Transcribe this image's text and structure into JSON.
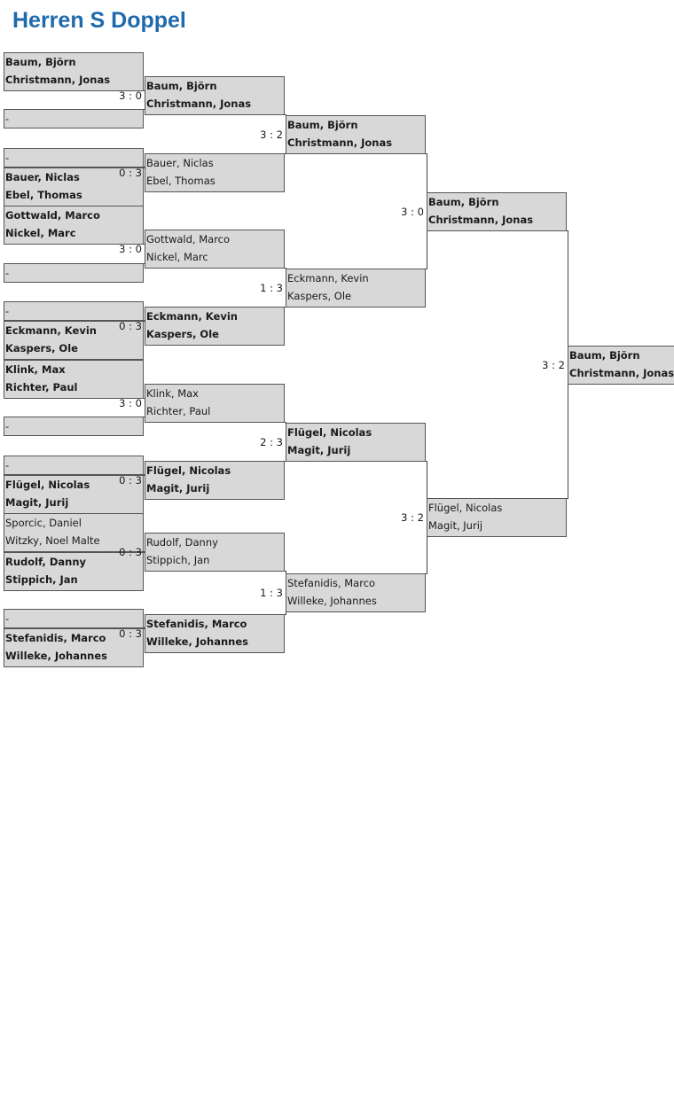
{
  "title": "Herren S Doppel",
  "bracket": {
    "r1": [
      {
        "names": [
          "Baum, Björn",
          "Christmann, Jonas"
        ],
        "bold": true
      },
      {
        "names": [
          "-"
        ],
        "bold": false
      },
      {
        "names": [
          "-"
        ],
        "bold": false
      },
      {
        "names": [
          "Bauer, Niclas",
          "Ebel, Thomas"
        ],
        "bold": true
      },
      {
        "names": [
          "Gottwald, Marco",
          "Nickel, Marc"
        ],
        "bold": true
      },
      {
        "names": [
          "-"
        ],
        "bold": false
      },
      {
        "names": [
          "-"
        ],
        "bold": false
      },
      {
        "names": [
          "Eckmann, Kevin",
          "Kaspers, Ole"
        ],
        "bold": true
      },
      {
        "names": [
          "Klink, Max",
          "Richter, Paul"
        ],
        "bold": true
      },
      {
        "names": [
          "-"
        ],
        "bold": false
      },
      {
        "names": [
          "-"
        ],
        "bold": false
      },
      {
        "names": [
          "Flügel, Nicolas",
          "Magit, Jurij"
        ],
        "bold": true
      },
      {
        "names": [
          "Sporcic, Daniel",
          "Witzky, Noel Malte"
        ],
        "bold": false
      },
      {
        "names": [
          "Rudolf, Danny",
          "Stippich, Jan"
        ],
        "bold": true
      },
      {
        "names": [
          "-"
        ],
        "bold": false
      },
      {
        "names": [
          "Stefanidis, Marco",
          "Willeke, Johannes"
        ],
        "bold": true
      }
    ],
    "r2": [
      {
        "names": [
          "Baum, Björn",
          "Christmann, Jonas"
        ],
        "bold": true,
        "score": "3 : 0"
      },
      {
        "names": [
          "Bauer, Niclas",
          "Ebel, Thomas"
        ],
        "bold": false,
        "score": "0 : 3"
      },
      {
        "names": [
          "Gottwald, Marco",
          "Nickel, Marc"
        ],
        "bold": false,
        "score": "3 : 0"
      },
      {
        "names": [
          "Eckmann, Kevin",
          "Kaspers, Ole"
        ],
        "bold": true,
        "score": "0 : 3"
      },
      {
        "names": [
          "Klink, Max",
          "Richter, Paul"
        ],
        "bold": false,
        "score": "3 : 0"
      },
      {
        "names": [
          "Flügel, Nicolas",
          "Magit, Jurij"
        ],
        "bold": true,
        "score": "0 : 3"
      },
      {
        "names": [
          "Rudolf, Danny",
          "Stippich, Jan"
        ],
        "bold": false,
        "score": "0 : 3"
      },
      {
        "names": [
          "Stefanidis, Marco",
          "Willeke, Johannes"
        ],
        "bold": true,
        "score": "0 : 3"
      }
    ],
    "r3": [
      {
        "names": [
          "Baum, Björn",
          "Christmann, Jonas"
        ],
        "bold": true,
        "score": "3 : 2"
      },
      {
        "names": [
          "Eckmann, Kevin",
          "Kaspers, Ole"
        ],
        "bold": false,
        "score": "1 : 3"
      },
      {
        "names": [
          "Flügel, Nicolas",
          "Magit, Jurij"
        ],
        "bold": true,
        "score": "2 : 3"
      },
      {
        "names": [
          "Stefanidis, Marco",
          "Willeke, Johannes"
        ],
        "bold": false,
        "score": "1 : 3"
      }
    ],
    "r4": [
      {
        "names": [
          "Baum, Björn",
          "Christmann, Jonas"
        ],
        "bold": true,
        "score": "3 : 0"
      },
      {
        "names": [
          "Flügel, Nicolas",
          "Magit, Jurij"
        ],
        "bold": false,
        "score": "3 : 2"
      }
    ],
    "r5": [
      {
        "names": [
          "Baum, Björn",
          "Christmann, Jonas"
        ],
        "bold": true,
        "score": "3 : 2"
      }
    ]
  }
}
